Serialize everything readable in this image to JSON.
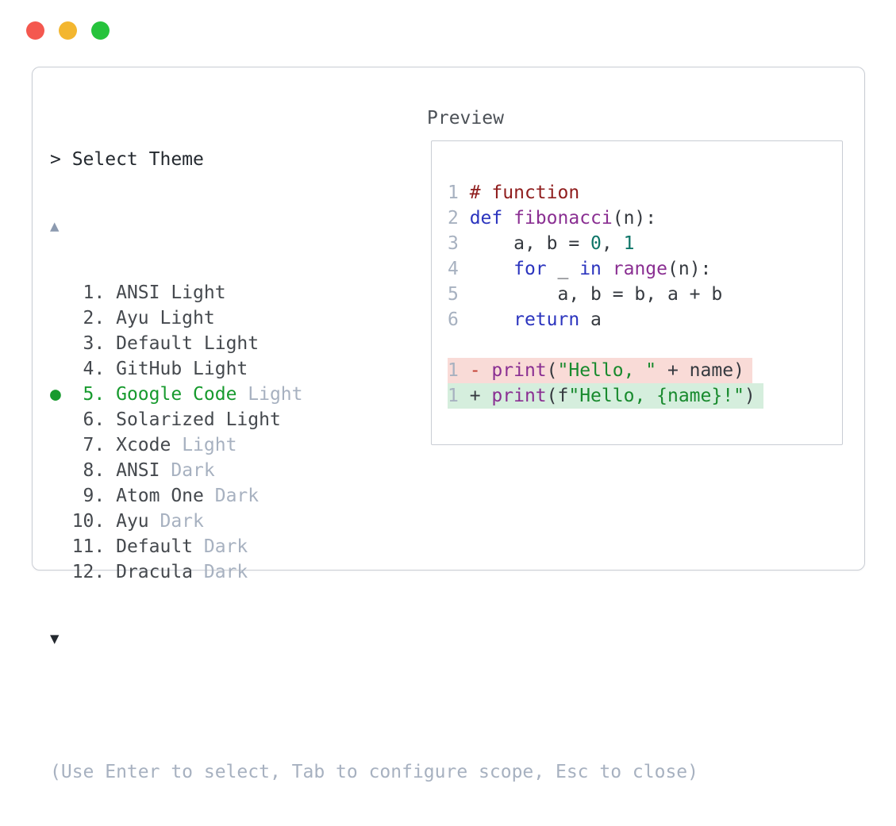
{
  "palette": {
    "traffic_red": "#f4584f",
    "traffic_yellow": "#f3b62f",
    "traffic_green": "#26c33c",
    "panel_border": "#c9cdd4",
    "text_dark": "#24292f",
    "list_text": "#45494e",
    "muted": "#a7b1c0",
    "arrow_up": "#8c9ab0",
    "selected_green": "#179a2e",
    "preview_label": "#4c5157",
    "code_plain": "#35393f",
    "code_comment": "#8f1d1d",
    "code_keyword": "#2b34be",
    "code_function": "#8a2f92",
    "code_number": "#0e7568",
    "code_string": "#188a2d",
    "diff_minus": "#c23b2e",
    "line_number": "#a7b1c0",
    "diff_del_bg": "#f9dbd7",
    "diff_add_bg": "#d5eedd"
  },
  "window": {
    "controls": [
      "close",
      "minimize",
      "zoom"
    ]
  },
  "selector": {
    "prompt": "> Select Theme",
    "scroll_up_indicator": "▲",
    "scroll_down_indicator": "▼",
    "selected_marker": "●",
    "hint": "(Use Enter to select, Tab to configure scope, Esc to close)",
    "items": [
      {
        "number": " 1.",
        "name": "ANSI Light",
        "variant": "",
        "selected": false
      },
      {
        "number": " 2.",
        "name": "Ayu Light",
        "variant": "",
        "selected": false
      },
      {
        "number": " 3.",
        "name": "Default Light",
        "variant": "",
        "selected": false
      },
      {
        "number": " 4.",
        "name": "GitHub Light",
        "variant": "",
        "selected": false
      },
      {
        "number": " 5.",
        "name": "Google Code",
        "variant": "Light",
        "selected": true
      },
      {
        "number": " 6.",
        "name": "Solarized Light",
        "variant": "",
        "selected": false
      },
      {
        "number": " 7.",
        "name": "Xcode",
        "variant": "Light",
        "selected": false
      },
      {
        "number": " 8.",
        "name": "ANSI",
        "variant": "Dark",
        "selected": false
      },
      {
        "number": " 9.",
        "name": "Atom One",
        "variant": "Dark",
        "selected": false
      },
      {
        "number": "10.",
        "name": "Ayu",
        "variant": "Dark",
        "selected": false
      },
      {
        "number": "11.",
        "name": "Default",
        "variant": "Dark",
        "selected": false
      },
      {
        "number": "12.",
        "name": "Dracula",
        "variant": "Dark",
        "selected": false
      }
    ]
  },
  "preview": {
    "label": "Preview",
    "code_lines": [
      {
        "num": "1",
        "bg": "",
        "tokens": [
          {
            "t": "# function",
            "c": "comment"
          }
        ]
      },
      {
        "num": "2",
        "bg": "",
        "tokens": [
          {
            "t": "def",
            "c": "kw"
          },
          {
            "t": " ",
            "c": "plain"
          },
          {
            "t": "fibonacci",
            "c": "fn"
          },
          {
            "t": "(n):",
            "c": "plain"
          }
        ]
      },
      {
        "num": "3",
        "bg": "",
        "tokens": [
          {
            "t": "    a, b = ",
            "c": "plain"
          },
          {
            "t": "0",
            "c": "num"
          },
          {
            "t": ", ",
            "c": "plain"
          },
          {
            "t": "1",
            "c": "num"
          }
        ]
      },
      {
        "num": "4",
        "bg": "",
        "tokens": [
          {
            "t": "    ",
            "c": "plain"
          },
          {
            "t": "for",
            "c": "kw"
          },
          {
            "t": " _ ",
            "c": "plain"
          },
          {
            "t": "in",
            "c": "kw"
          },
          {
            "t": " ",
            "c": "plain"
          },
          {
            "t": "range",
            "c": "fn"
          },
          {
            "t": "(n):",
            "c": "plain"
          }
        ]
      },
      {
        "num": "5",
        "bg": "",
        "tokens": [
          {
            "t": "        a, b = b, a + b",
            "c": "plain"
          }
        ]
      },
      {
        "num": "6",
        "bg": "",
        "tokens": [
          {
            "t": "    ",
            "c": "plain"
          },
          {
            "t": "return",
            "c": "kw"
          },
          {
            "t": " a",
            "c": "plain"
          }
        ]
      },
      {
        "num": "",
        "bg": "",
        "tokens": []
      },
      {
        "num": "1",
        "bg": "del",
        "tokens": [
          {
            "t": "- ",
            "c": "del"
          },
          {
            "t": "print",
            "c": "fn"
          },
          {
            "t": "(",
            "c": "plain"
          },
          {
            "t": "\"Hello, \"",
            "c": "str"
          },
          {
            "t": " + name)",
            "c": "plain"
          }
        ]
      },
      {
        "num": "1",
        "bg": "add",
        "tokens": [
          {
            "t": "+ ",
            "c": "plain"
          },
          {
            "t": "print",
            "c": "fn"
          },
          {
            "t": "(f",
            "c": "plain"
          },
          {
            "t": "\"Hello, {name}!\"",
            "c": "str"
          },
          {
            "t": ")",
            "c": "plain"
          }
        ]
      }
    ]
  }
}
